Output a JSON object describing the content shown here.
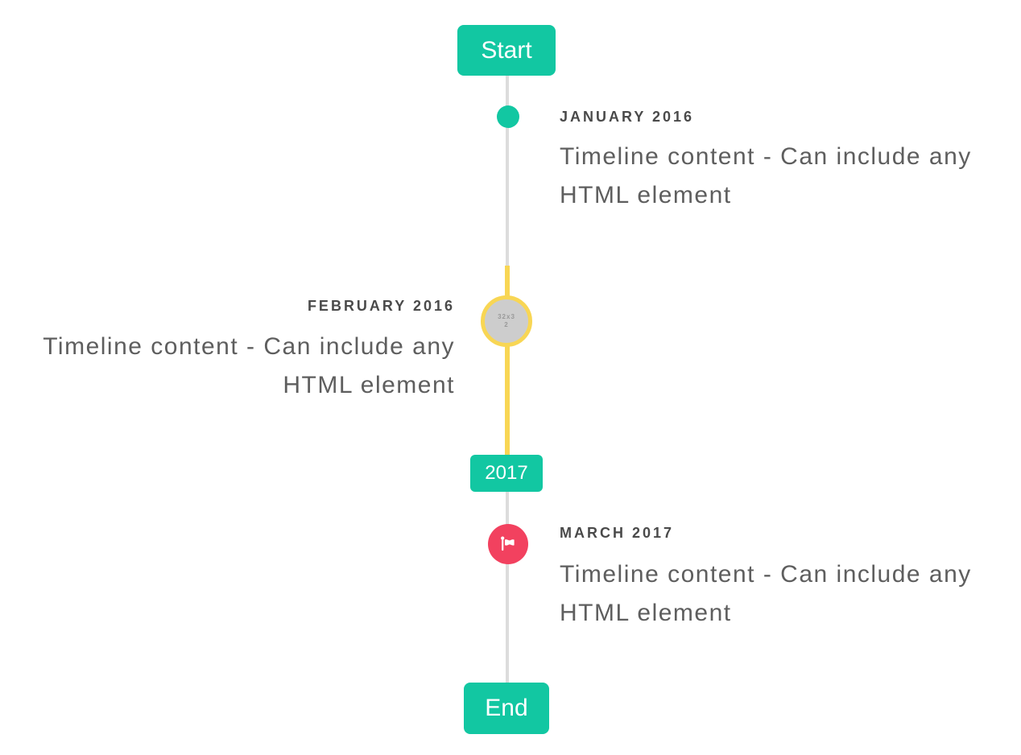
{
  "timeline": {
    "start_label": "Start",
    "end_label": "End",
    "year_label": "2017",
    "items": [
      {
        "heading": "JANUARY 2016",
        "content": "Timeline content - Can include any HTML element",
        "side": "right",
        "marker": "teal-dot"
      },
      {
        "heading": "FEBRUARY 2016",
        "content": "Timeline content - Can include any HTML element",
        "side": "left",
        "marker": "placeholder-image-circle",
        "marker_text": "32x32"
      },
      {
        "heading": "MARCH 2017",
        "content": "Timeline content - Can include any HTML element",
        "side": "right",
        "marker": "flag-button"
      }
    ],
    "colors": {
      "accent_teal": "#12c7a2",
      "highlight_yellow": "#f8d654",
      "flag_pink": "#f2415f",
      "line_gray": "#dcdcdc",
      "placeholder_gray": "#cdcdcd",
      "heading_text": "#4a4a4a",
      "content_text": "#5e5e5e"
    }
  }
}
